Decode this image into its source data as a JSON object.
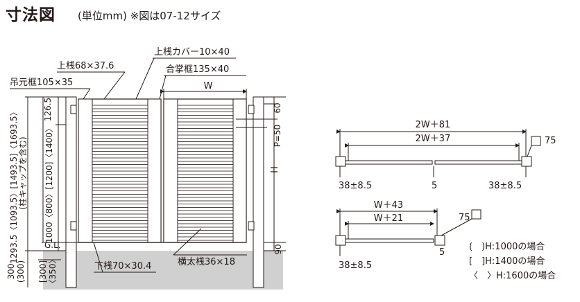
{
  "title": "寸法図",
  "subtitle": "(単位mm) ※図は07-12サイズ",
  "front": {
    "kamisan": "上桟68×37.6",
    "kamisan_cover": "上桟カバー10×40",
    "gasshou": "合掌框135×40",
    "tsurimoto": "吊元框105×35",
    "width": "W",
    "top_dim": "126.5",
    "right_60": "60",
    "pitch": "P=50",
    "height_h": "H",
    "left_tall": "1293.5〈1093.5〉[1493.5]〈1693.5〉",
    "left_tall2": "(柱キャップを含む)",
    "left_door": "1000〈800〉[1200]〈1400〉",
    "gl": "G.L.",
    "bottom_90": "90",
    "bottom_300a": "300",
    "bottom_300b": "(300)",
    "bottom_300c": "[300]",
    "bottom_350": "〈350〉",
    "shitasan": "下桟70×30.4",
    "yokofutosan": "横太桟36×18"
  },
  "top_view_double": {
    "outer": "2W＋81",
    "inner": "2W＋37",
    "post": "75",
    "left_gap": "38±8.5",
    "center_gap": "5",
    "right_gap": "38±8.5"
  },
  "top_view_single": {
    "outer": "W＋43",
    "inner": "W＋21",
    "post": "75",
    "left_gap": "38±8.5",
    "right_gap": "5"
  },
  "legend": [
    "(　)H:1000の場合",
    "[　]H:1400の場合",
    "〈　〉H:1600の場合"
  ]
}
